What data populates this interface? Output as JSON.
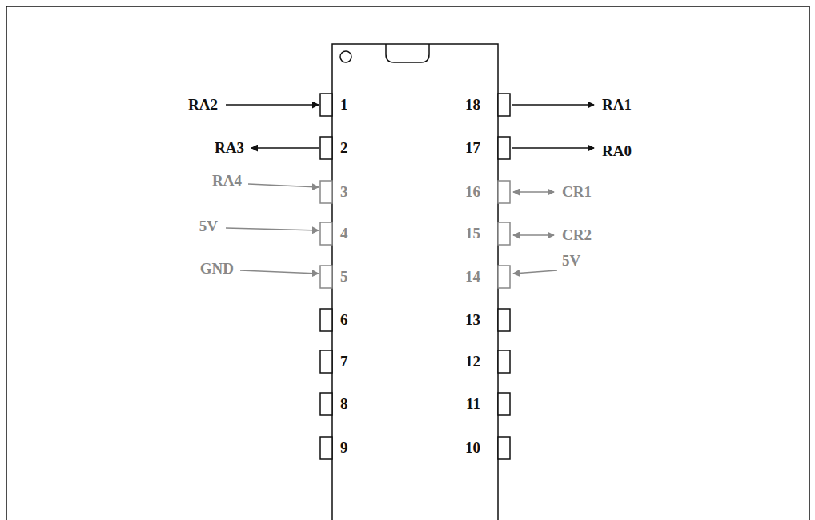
{
  "diagram": {
    "labels": [
      "RA2",
      "1",
      "18",
      "RA1",
      "RA3",
      "2",
      "17",
      "RA0",
      "RA4",
      "3",
      "16",
      "CR1",
      "5V",
      "4",
      "15",
      "CR2",
      "GND",
      "5",
      "14",
      "5V",
      "6",
      "13",
      "7",
      "12",
      "8",
      "11",
      "9",
      "10"
    ]
  }
}
